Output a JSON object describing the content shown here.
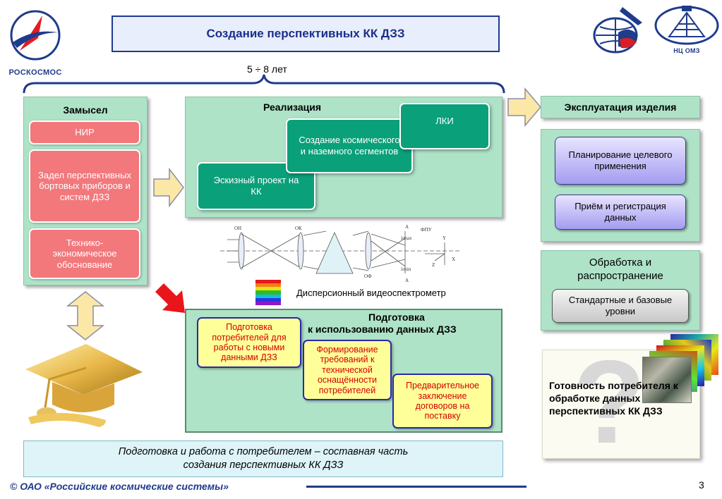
{
  "header": {
    "title": "Создание перспективных КК ДЗЗ",
    "logo_left_text": "РОСКОСМОС",
    "logo_right_text": "НЦ ОМЗ"
  },
  "timeline": {
    "label": "5 ÷ 8 лет"
  },
  "concept": {
    "heading": "Замысел",
    "items": [
      "НИР",
      "Задел перспективных бортовых приборов и систем ДЗЗ",
      "Технико-экономическое обоснование"
    ]
  },
  "realization": {
    "heading": "Реализация",
    "steps": [
      "Эскизный проект на КК",
      "Создание космического и наземного сегментов",
      "ЛКИ"
    ]
  },
  "spectrometer": {
    "caption": "Дисперсионный видеоспектрометр",
    "labels": [
      "ОН",
      "ОК",
      "ФПУ",
      "ОФ",
      "λmax",
      "λmin",
      "Y",
      "Z",
      "X",
      "А",
      "А"
    ]
  },
  "exploitation": {
    "heading": "Эксплуатация изделия",
    "items": [
      "Планирование целевого применения",
      "Приём и регистрация данных"
    ]
  },
  "processing": {
    "heading": "Обработка и распространение",
    "item": "Стандартные и базовые уровни"
  },
  "preparation": {
    "heading_line1": "Подготовка",
    "heading_line2": "к использованию данных ДЗЗ",
    "items": [
      "Подготовка потребителей для работы с новыми данными ДЗЗ",
      "Формирование требований к технической оснащённости потребителей",
      "Предварительное заключение договоров на поставку"
    ]
  },
  "readiness": {
    "text": "Готовность потребителя к обработке данных перспективных КК ДЗЗ",
    "mark": "?"
  },
  "note": {
    "line1": "Подготовка и работа с потребителем – составная часть",
    "line2": "создания перспективных КК ДЗЗ"
  },
  "footer": {
    "org": "© ОАО «Российские космические системы»",
    "page": "3"
  },
  "colors": {
    "accent": "#1f3b8c",
    "panel_green": "#aee3c8",
    "red_box": "#f2787c",
    "teal_box": "#0aa07a",
    "yellow_box": "#ffff99"
  }
}
